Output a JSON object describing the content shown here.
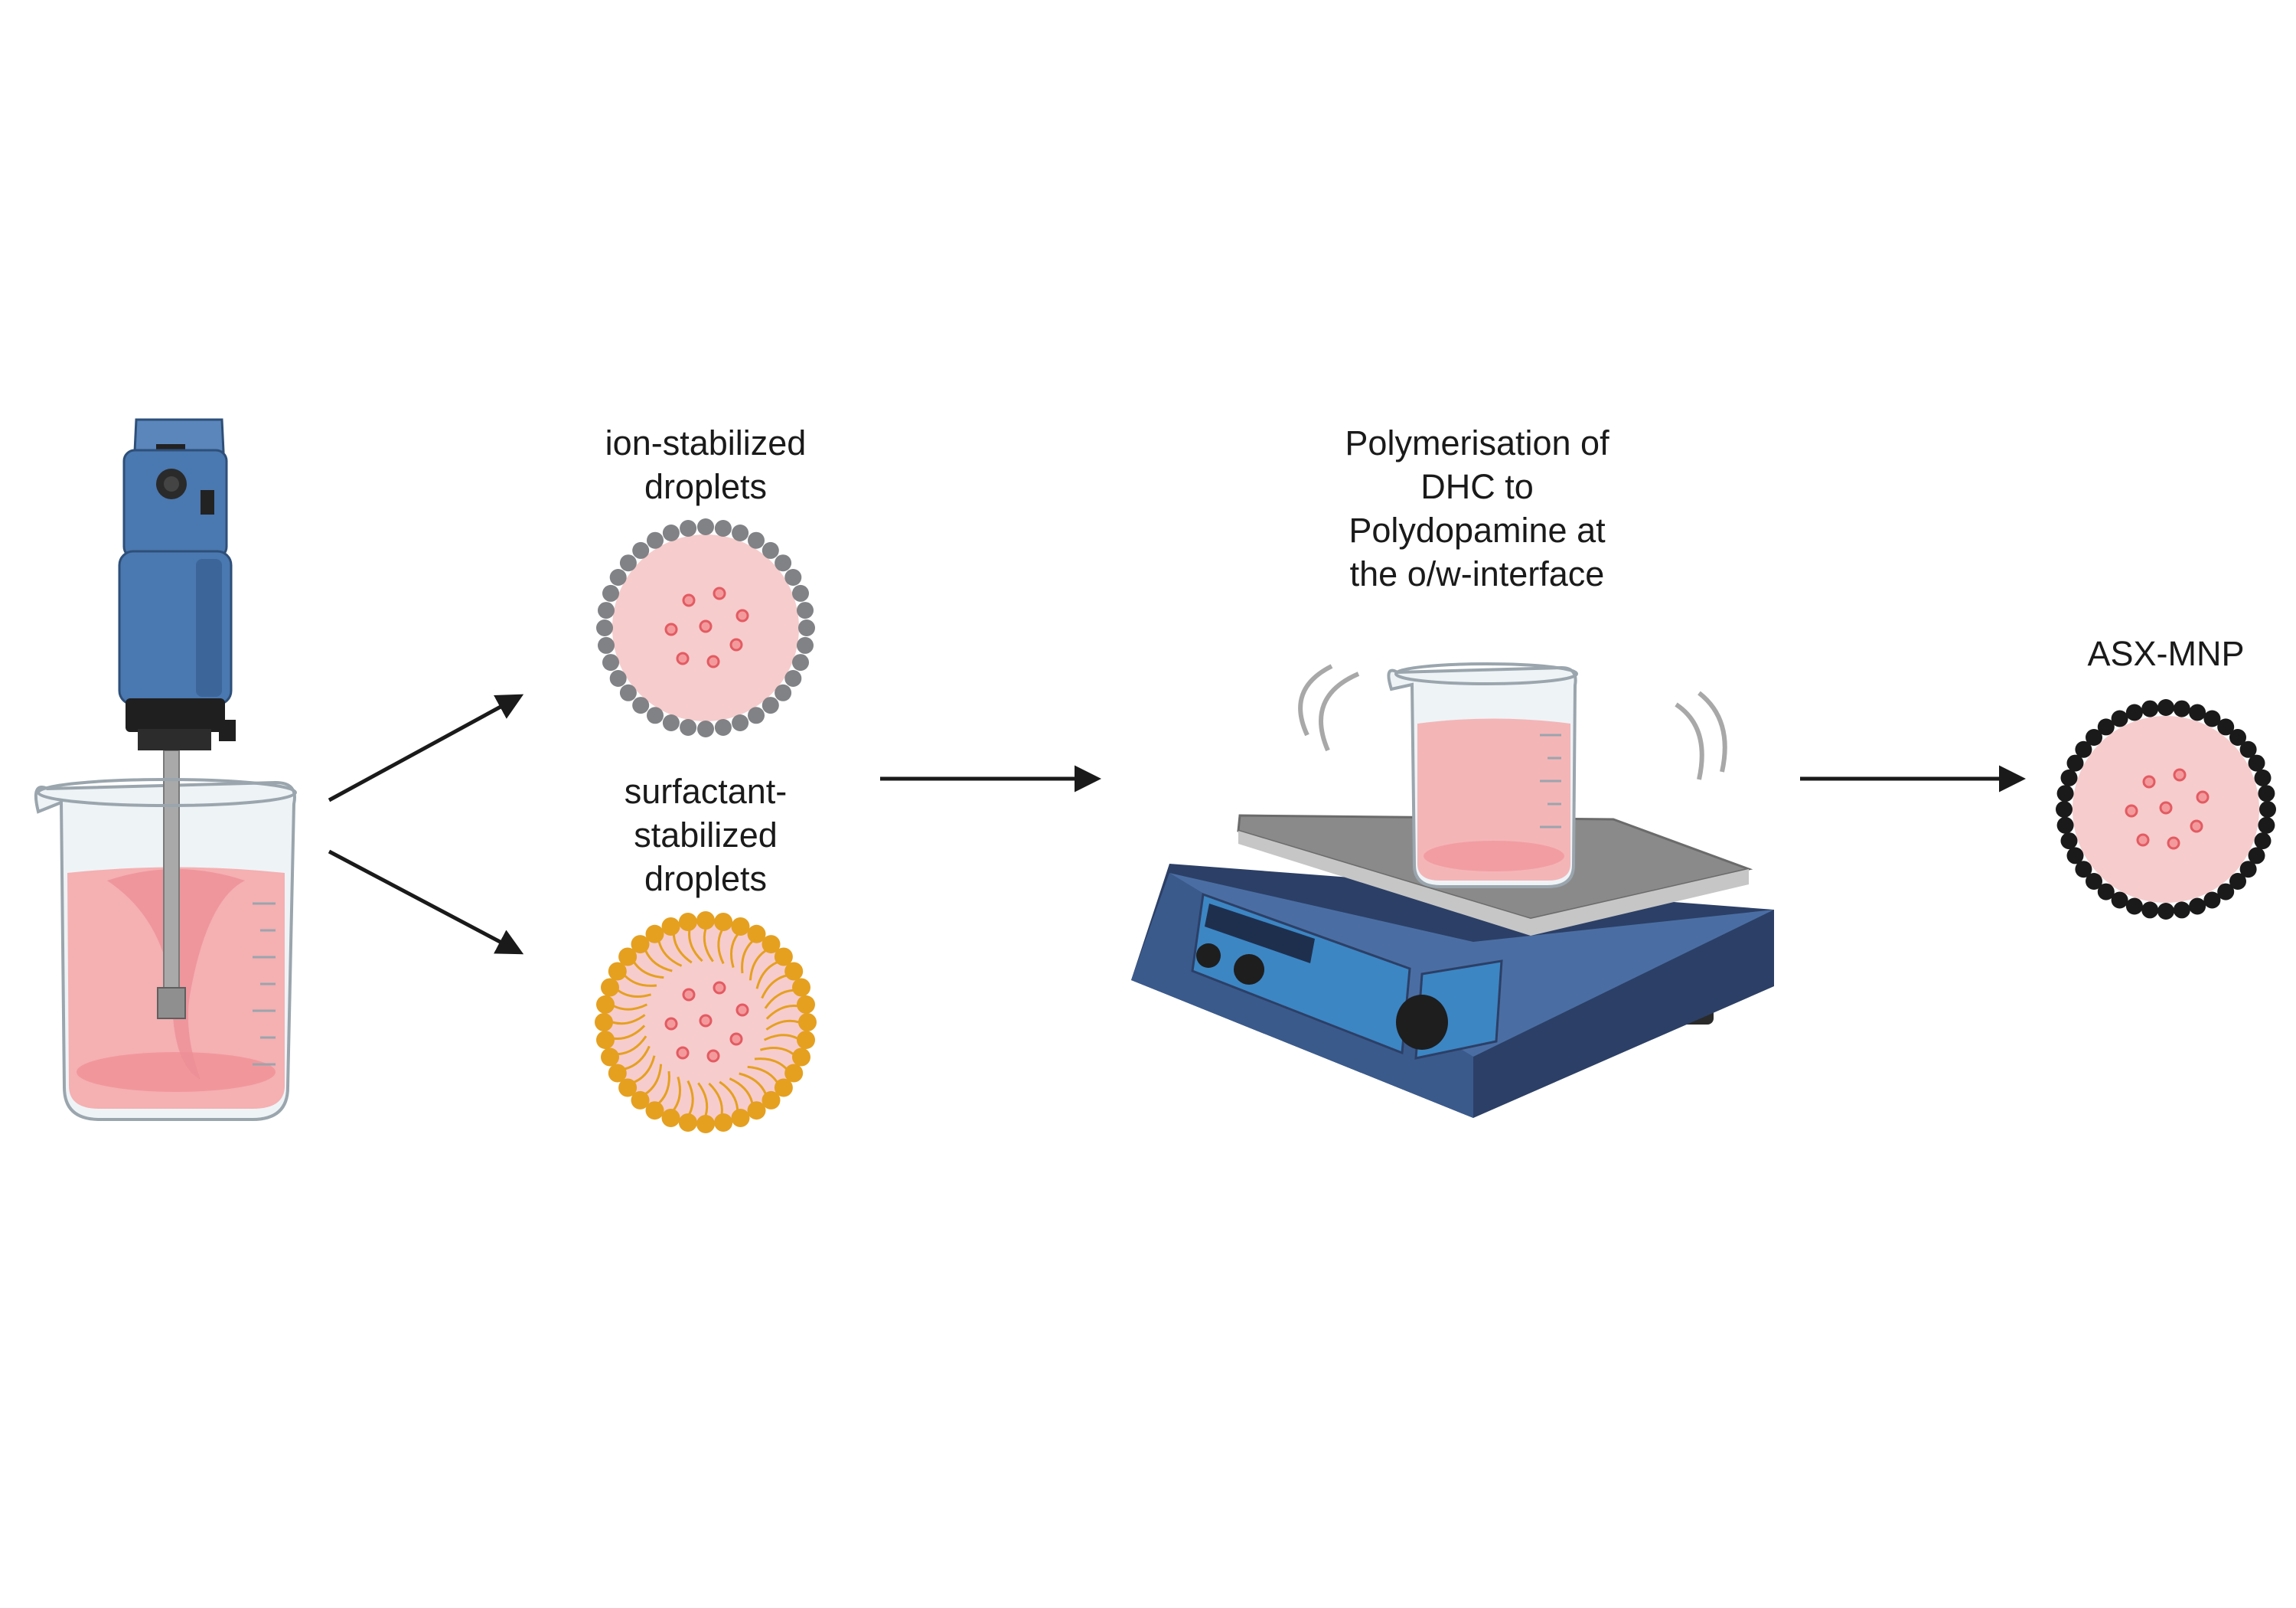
{
  "labels": {
    "ion_line1": "ion-stabilized",
    "ion_line2": "droplets",
    "surf_line1": "surfactant-",
    "surf_line2": "stabilized",
    "surf_line3": "droplets",
    "poly_line1": "Polymerisation of",
    "poly_line2": "DHC to",
    "poly_line3": "Polydopamine at",
    "poly_line4": "the o/w-interface",
    "product": "ASX-MNP"
  },
  "colors": {
    "homogenizer_blue": "#4a78b0",
    "homogenizer_dark": "#1f1f1f",
    "liquid_pink": "#f4a6a8",
    "droplet_core": "#f6cccd",
    "dot_red": "#e35b62",
    "ion_shell": "#808285",
    "surfactant_shell": "#e5a020",
    "nanoparticle_shell": "#1a1a1a",
    "stirrer_body": "#3a5a8c",
    "stirrer_panel": "#3c86c4",
    "stirrer_plate": "#8a8a8a",
    "arrow": "#1a1a1a"
  },
  "icons": {
    "homogenizer": "immersion-homogenizer-icon",
    "beaker": "beaker-icon",
    "stirrer": "magnetic-stirrer-hotplate-icon"
  }
}
